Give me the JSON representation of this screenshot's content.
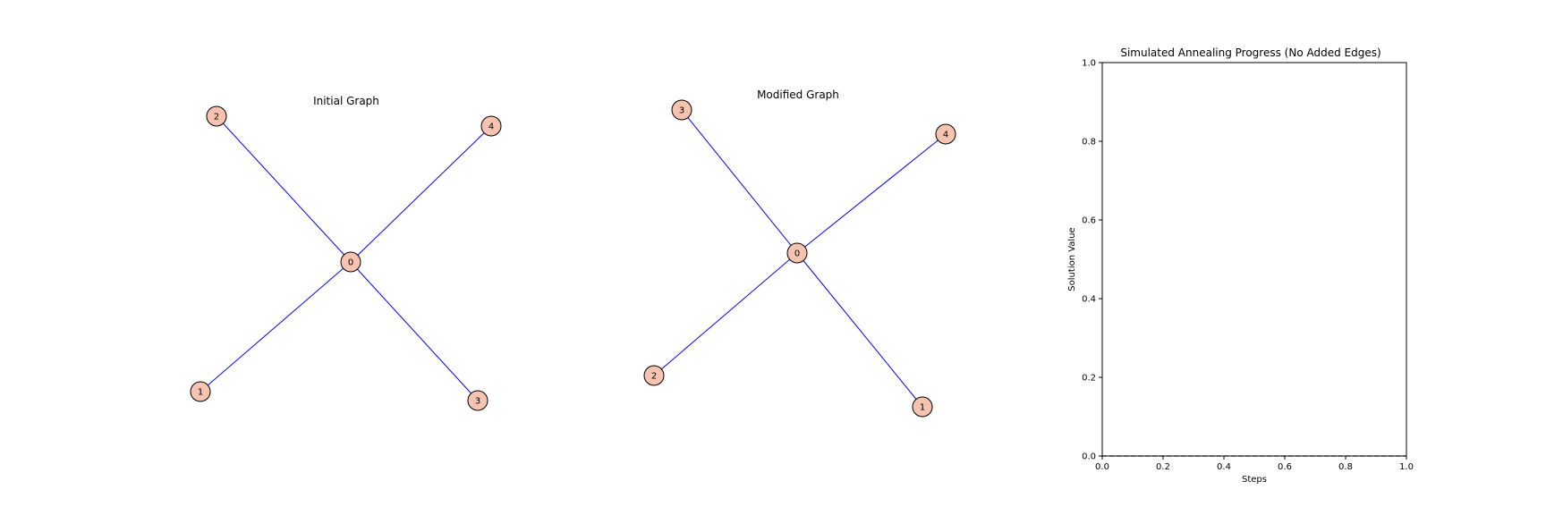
{
  "graphs": {
    "initial": {
      "title": "Initial Graph",
      "edge_color": "#0000ff",
      "node_color": "#f7c3b1",
      "nodes": [
        {
          "id": "0",
          "label": "0"
        },
        {
          "id": "1",
          "label": "1"
        },
        {
          "id": "2",
          "label": "2"
        },
        {
          "id": "3",
          "label": "3"
        },
        {
          "id": "4",
          "label": "4"
        }
      ],
      "edges": [
        [
          "0",
          "1"
        ],
        [
          "0",
          "2"
        ],
        [
          "0",
          "3"
        ],
        [
          "0",
          "4"
        ]
      ]
    },
    "modified": {
      "title": "Modified Graph",
      "edge_color": "#0000ff",
      "node_color": "#f7c3b1",
      "nodes": [
        {
          "id": "0",
          "label": "0"
        },
        {
          "id": "1",
          "label": "1"
        },
        {
          "id": "2",
          "label": "2"
        },
        {
          "id": "3",
          "label": "3"
        },
        {
          "id": "4",
          "label": "4"
        }
      ],
      "edges": [
        [
          "0",
          "1"
        ],
        [
          "0",
          "2"
        ],
        [
          "0",
          "3"
        ],
        [
          "0",
          "4"
        ]
      ]
    }
  },
  "chart_data": {
    "type": "line",
    "title": "Simulated Annealing Progress (No Added Edges)",
    "xlabel": "Steps",
    "ylabel": "Solution Value",
    "xlim": [
      0.0,
      1.0
    ],
    "ylim": [
      0.0,
      1.0
    ],
    "xticks": [
      "0.0",
      "0.2",
      "0.4",
      "0.6",
      "0.8",
      "1.0"
    ],
    "yticks": [
      "0.0",
      "0.2",
      "0.4",
      "0.6",
      "0.8",
      "1.0"
    ],
    "grid": false,
    "reference_line": {
      "y": 0.0,
      "style": "dashed",
      "color": "#000000"
    },
    "series": []
  }
}
